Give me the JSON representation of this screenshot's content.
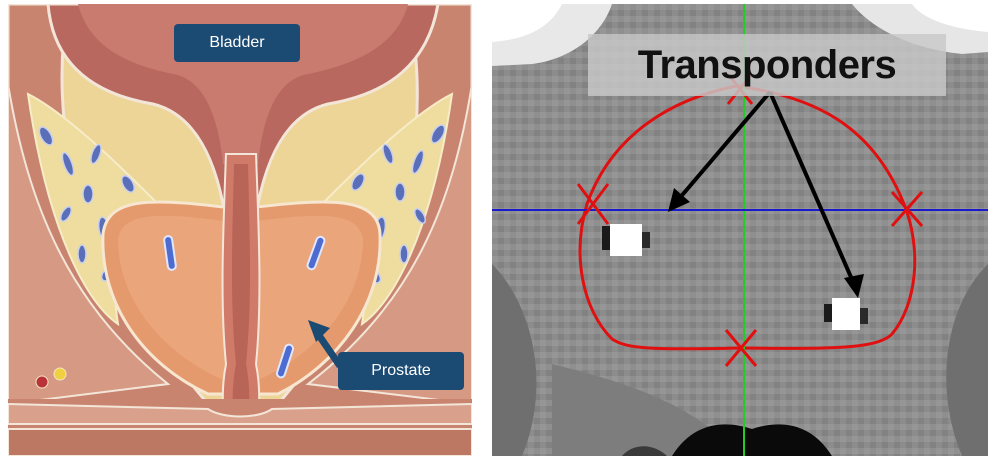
{
  "left_panel": {
    "bladder_label": "Bladder",
    "prostate_label": "Prostate"
  },
  "right_panel": {
    "title": "Transponders"
  },
  "colors": {
    "label_bg": "#1b4a72",
    "contour": "#e01010",
    "crosshair_vertical": "#22cc22",
    "crosshair_horizontal": "#1a1acc",
    "arrow": "#000000"
  }
}
